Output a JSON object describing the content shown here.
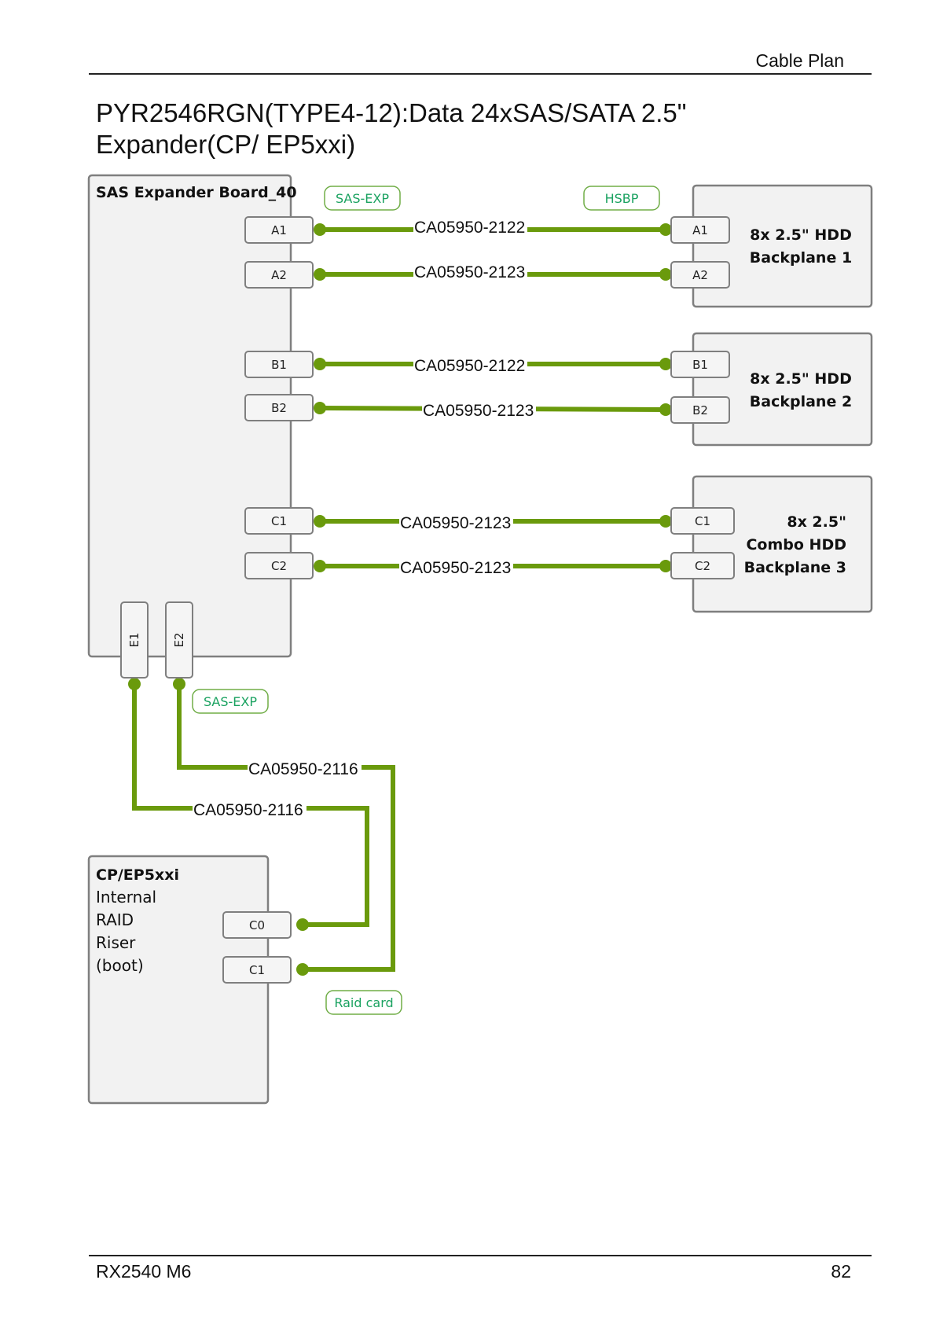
{
  "header": {
    "section_title": "Cable Plan"
  },
  "title": "PYR2546RGN(TYPE4-12):Data 24xSAS/SATA 2.5\" Expander(CP/ EP5xxi)",
  "footer": {
    "model": "RX2540 M6",
    "page_number": "82"
  },
  "diagram": {
    "expander_board": {
      "title": "SAS Expander Board_40",
      "ports": [
        "A1",
        "A2",
        "B1",
        "B2",
        "C1",
        "C2"
      ],
      "bottom_ports": [
        "E1",
        "E2"
      ]
    },
    "tags": {
      "sas_exp_top": "SAS-EXP",
      "hsbp": "HSBP",
      "sas_exp_bottom": "SAS-EXP",
      "raid_card": "Raid card"
    },
    "backplanes": [
      {
        "lines": [
          "8x 2.5\" HDD",
          "Backplane 1"
        ],
        "ports": [
          "A1",
          "A2"
        ]
      },
      {
        "lines": [
          "8x 2.5\" HDD",
          "Backplane 2"
        ],
        "ports": [
          "B1",
          "B2"
        ]
      },
      {
        "lines": [
          "8x 2.5\"",
          "Combo HDD",
          "Backplane 3"
        ],
        "ports": [
          "C1",
          "C2"
        ]
      }
    ],
    "raid_riser": {
      "title": "CP/EP5xxi",
      "lines": [
        "Internal",
        "RAID",
        "Riser",
        "(boot)"
      ],
      "ports": [
        "C0",
        "C1"
      ]
    },
    "cables": [
      {
        "from": "A1",
        "to": "A1",
        "part": "CA05950-2122"
      },
      {
        "from": "A2",
        "to": "A2",
        "part": "CA05950-2123"
      },
      {
        "from": "B1",
        "to": "B1",
        "part": "CA05950-2122"
      },
      {
        "from": "B2",
        "to": "B2",
        "part": "CA05950-2123"
      },
      {
        "from": "C1",
        "to": "C1",
        "part": "CA05950-2123"
      },
      {
        "from": "C2",
        "to": "C2",
        "part": "CA05950-2123"
      },
      {
        "from": "E2",
        "to": "C1",
        "part": "CA05950-2116"
      },
      {
        "from": "E1",
        "to": "C0",
        "part": "CA05950-2116"
      }
    ],
    "colors": {
      "cable": "#6a9a0c",
      "tag_border": "#70ad47",
      "tag_text": "#1aa260"
    }
  }
}
